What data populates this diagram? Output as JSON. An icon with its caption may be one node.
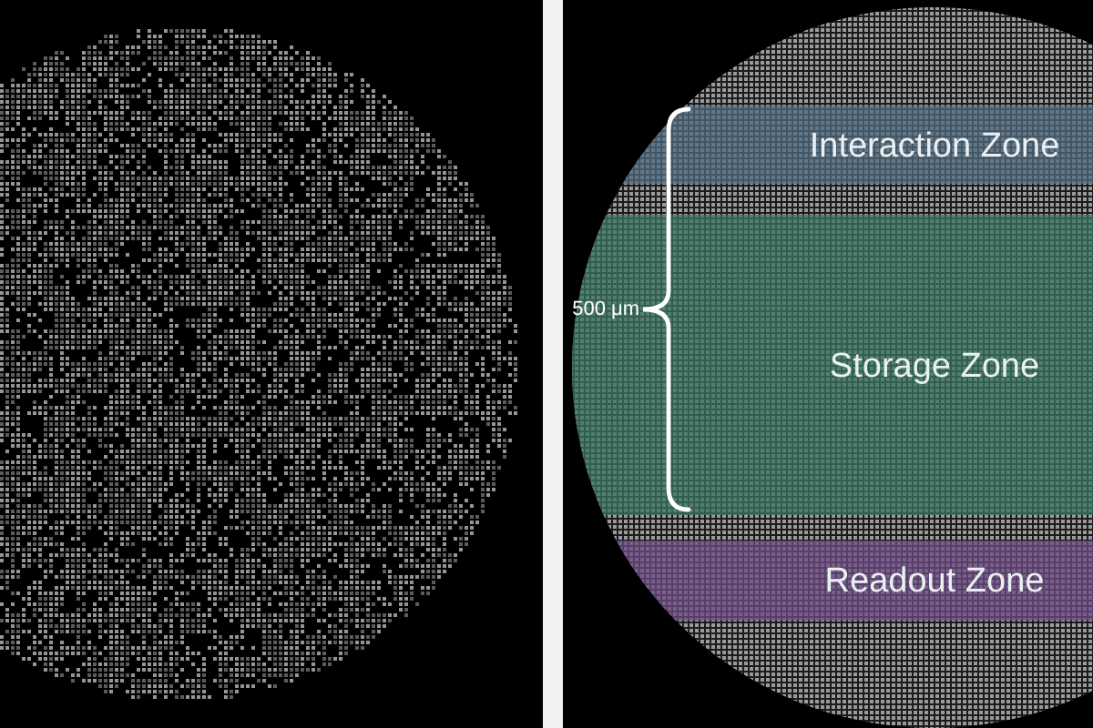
{
  "diagram": {
    "nodes": [
      {
        "text": [
          "Interaction Zone"
        ]
      },
      {
        "text": [
          "Storage Zone"
        ]
      },
      {
        "text": [
          "Readout Zone"
        ]
      }
    ],
    "labels": [
      "500 μm"
    ]
  }
}
